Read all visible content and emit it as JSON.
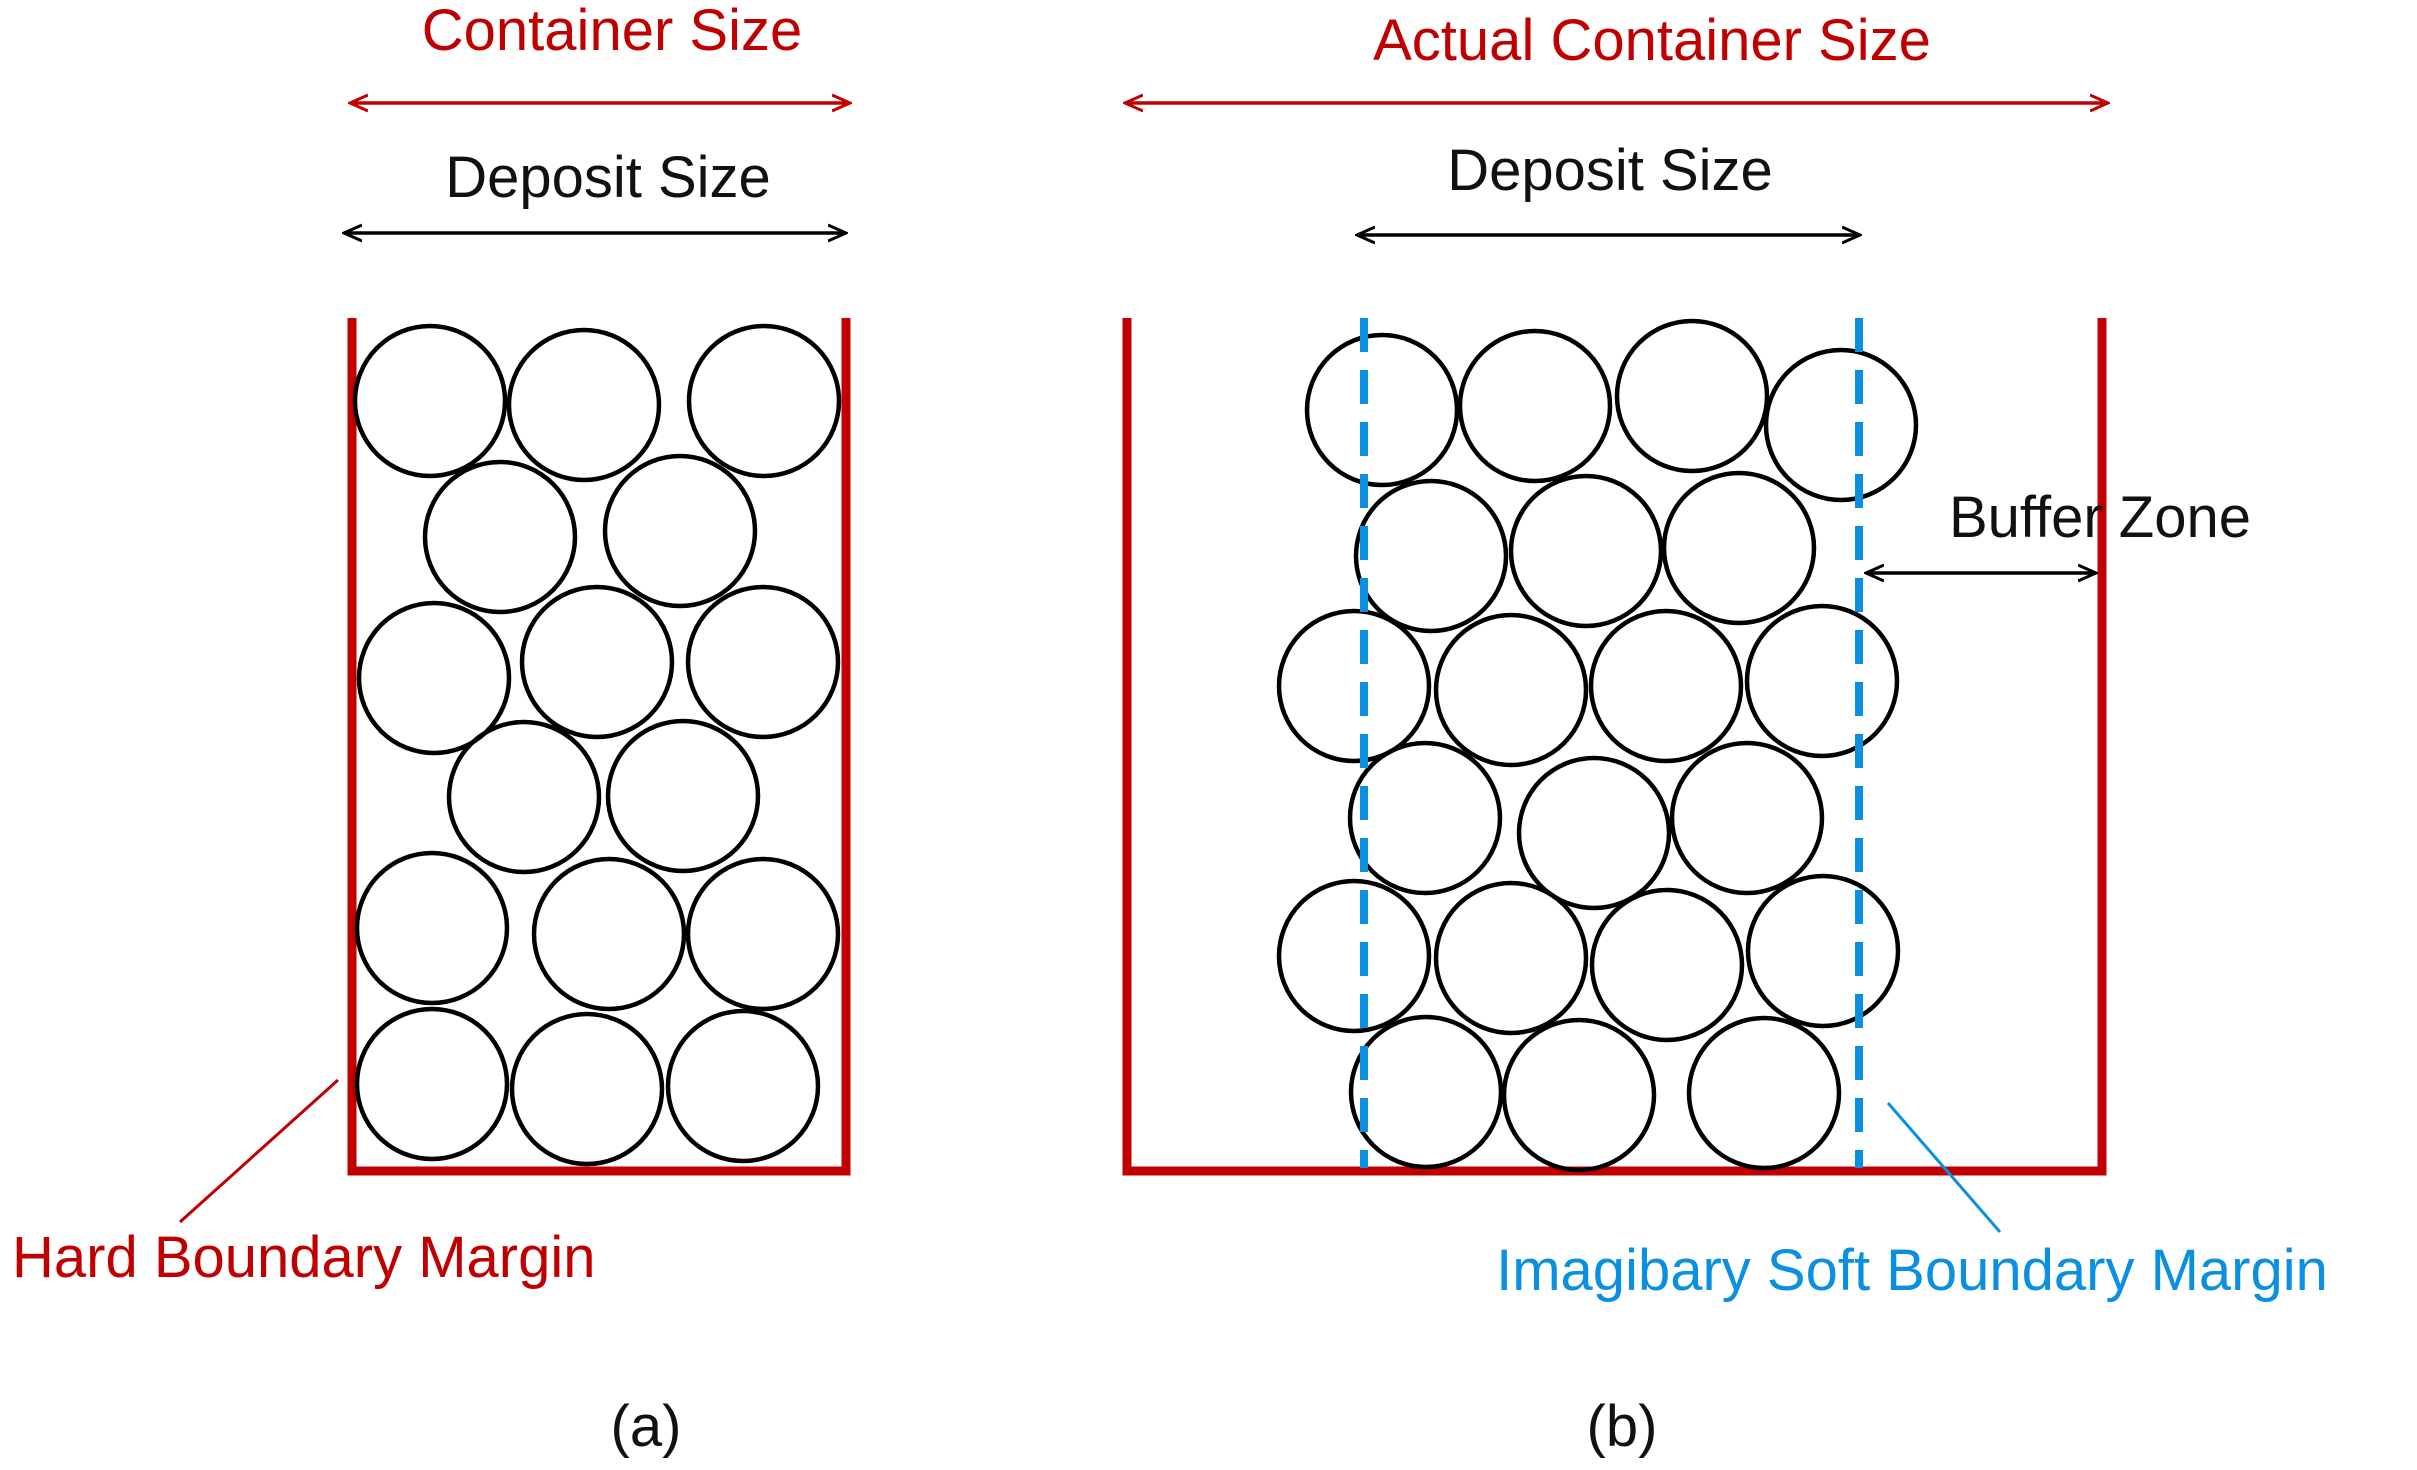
{
  "colors": {
    "hard_boundary": "#c00000",
    "soft_boundary": "#0b8fe0",
    "particle_stroke": "#000000",
    "text_dark": "#111111",
    "background": "#ffffff"
  },
  "panel_a": {
    "container_label": "Container  Size",
    "deposit_label": "Deposit  Size",
    "margin_label": "Hard Boundary Margin",
    "caption": "(a)"
  },
  "panel_b": {
    "container_label": "Actual Container  Size",
    "deposit_label": "Deposit  Size",
    "buffer_label": "Buffer Zone",
    "margin_label": "Imagibary Soft Boundary Margin",
    "caption": "(b)"
  }
}
